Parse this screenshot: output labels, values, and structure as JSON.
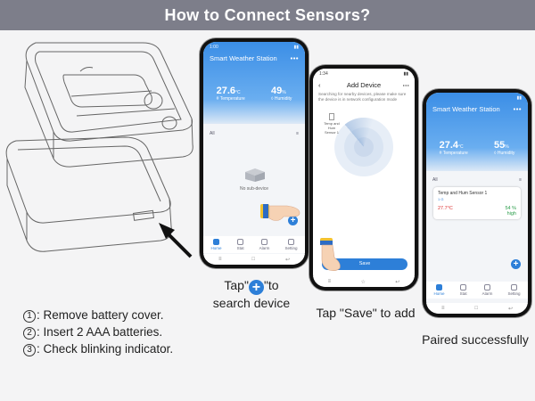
{
  "header": {
    "title": "How to Connect Sensors?"
  },
  "steps": [
    {
      "num": "1",
      "text": ": Remove battery cover."
    },
    {
      "num": "2",
      "text": ": Insert 2 AAA batteries."
    },
    {
      "num": "3",
      "text": ": Check blinking indicator."
    }
  ],
  "captions": {
    "tap_pre": "Tap\"",
    "tap_post": "\"to",
    "tap_line2": "search device",
    "save": "Tap \"Save\" to add",
    "paired": "Paired successfully"
  },
  "phone1": {
    "time": "1:00",
    "title": "Smart Weather Station",
    "temp": "27.6",
    "temp_unit": "°C",
    "temp_label": "# Temperature",
    "hum": "49",
    "hum_unit": "%",
    "hum_label": "◊ Humidity",
    "all": "All",
    "empty": "No sub-device",
    "tabs": [
      "Home",
      "Stat",
      "Alarm",
      "Setting"
    ]
  },
  "phone2": {
    "time": "1:34",
    "title": "Add Device",
    "note": "Searching for nearby devices, please make sure the device is in network configuration mode",
    "found_label": "Temp and Hum Sensor 1",
    "save": "Save"
  },
  "phone3": {
    "title": "Smart Weather Station",
    "temp": "27.4",
    "temp_unit": "°C",
    "temp_label": "# Temperature",
    "hum": "55",
    "hum_unit": "%",
    "hum_label": "◊ Humidity",
    "all": "All",
    "sensor_name": "Temp and Hum Sensor 1",
    "sensor_sub": "1 G",
    "sensor_temp": "27.7°C",
    "sensor_hum": "54 %",
    "sensor_hum_level": "high",
    "tabs": [
      "Home",
      "Stat",
      "Alarm",
      "Setting"
    ]
  },
  "colors": {
    "banner": "#7d7e8a",
    "accent": "#2d7fd8"
  }
}
